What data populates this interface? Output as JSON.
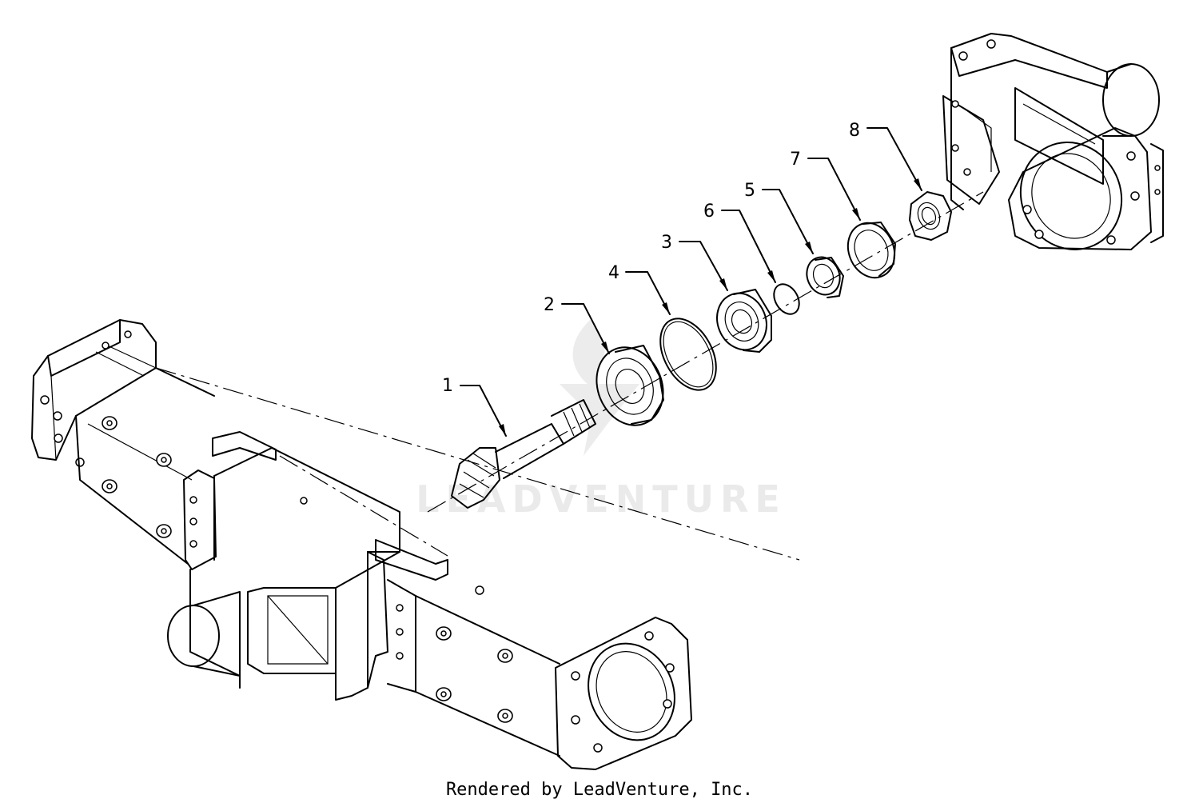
{
  "watermark": "LEADVENTURE",
  "footer": "Rendered by LeadVenture, Inc.",
  "callouts": [
    {
      "number": "1"
    },
    {
      "number": "2"
    },
    {
      "number": "3"
    },
    {
      "number": "4"
    },
    {
      "number": "5"
    },
    {
      "number": "6"
    },
    {
      "number": "7"
    },
    {
      "number": "8"
    }
  ]
}
